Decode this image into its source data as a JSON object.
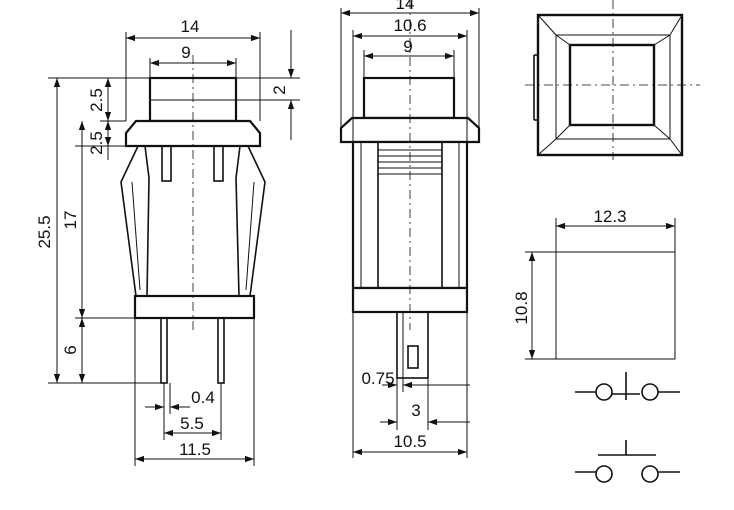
{
  "front_view": {
    "width_total": "14",
    "width_cap": "9",
    "height_cap": "2.5",
    "height_flange": "2.5",
    "height_total": "25.5",
    "height_body": "17",
    "height_pins": "6",
    "cap_step": "2",
    "pin_thickness": "0.4",
    "pin_spacing": "5.5",
    "width_base": "11.5"
  },
  "side_view": {
    "width_total": "14",
    "width_inner": "10.6",
    "width_cap": "9",
    "terminal_thickness": "0.75",
    "terminal_width": "3",
    "width_base": "10.5"
  },
  "panel_cutout": {
    "width": "12.3",
    "height": "10.8"
  }
}
